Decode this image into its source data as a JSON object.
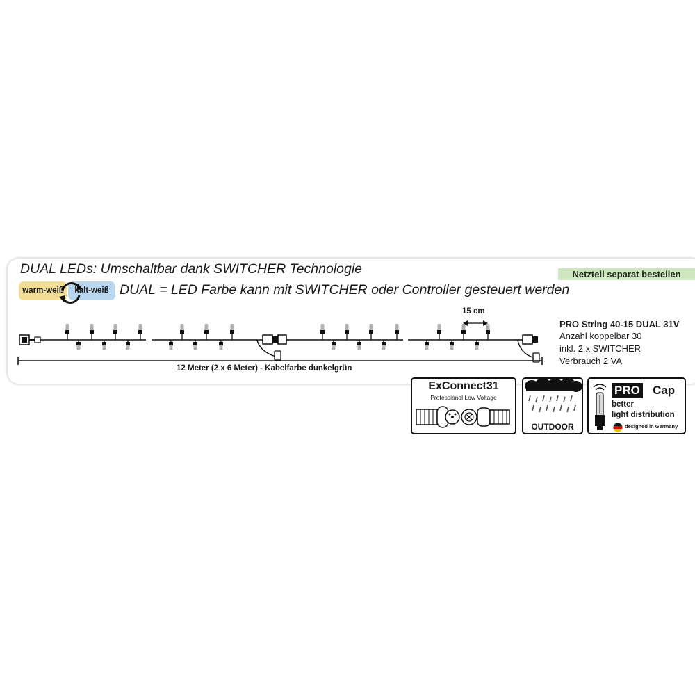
{
  "header": {
    "title": "DUAL LEDs: Umschaltbar dank SWITCHER Technologie",
    "subtitle": "DUAL = LED Farbe kann mit SWITCHER oder Controller gesteuert werden",
    "note": "Netzteil separat bestellen"
  },
  "toggle": {
    "warm_label": "warm-weiß",
    "cold_label": "kalt-weiß",
    "warm_color": "#f2dd97",
    "cold_color": "#b9d6ef"
  },
  "diagram": {
    "spacing_label": "15 cm",
    "length_label": "12 Meter (2 x 6 Meter) - Kabelfarbe dunkelgrün"
  },
  "specs": {
    "name": "PRO String 40-15 DUAL 31V",
    "line1": "Anzahl koppelbar 30",
    "line2": "inkl. 2 x SWITCHER",
    "line3": "Verbrauch 2 VA"
  },
  "logos": {
    "exconnect_title": "ExConnect31",
    "exconnect_sub": "Professional Low Voltage",
    "outdoor_label": "OUTDOOR",
    "pro_box": "PRO",
    "pro_cap": "Cap",
    "pro_line1": "better",
    "pro_line2": "light distribution",
    "pro_origin": "designed in Germany"
  },
  "colors": {
    "accent_green": "#cde6bf",
    "cable": "#1a1a1a"
  }
}
